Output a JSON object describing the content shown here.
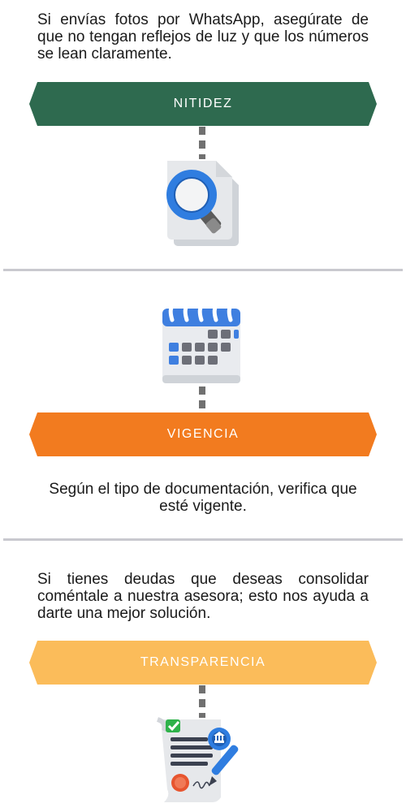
{
  "sections": {
    "nitidez": {
      "text": "Si envías fotos por WhatsApp, asegúrate de que no tengan reflejos de luz y que los números se lean claramente.",
      "title": "NITIDEZ",
      "color": "#2e6a4f",
      "icon": "magnifier-document-icon"
    },
    "vigencia": {
      "title": "VIGENCIA",
      "text": "Según el tipo de documentación, verifica que esté vigente.",
      "color": "#f27b1f",
      "icon": "calendar-icon"
    },
    "transparencia": {
      "text": "Si tienes deudas que deseas consolidar coméntale a nuestra asesora; esto nos ayuda a darte una mejor solución.",
      "title": "TRANSPARENCIA",
      "color": "#fbbc5a",
      "icon": "signed-contract-icon"
    }
  }
}
